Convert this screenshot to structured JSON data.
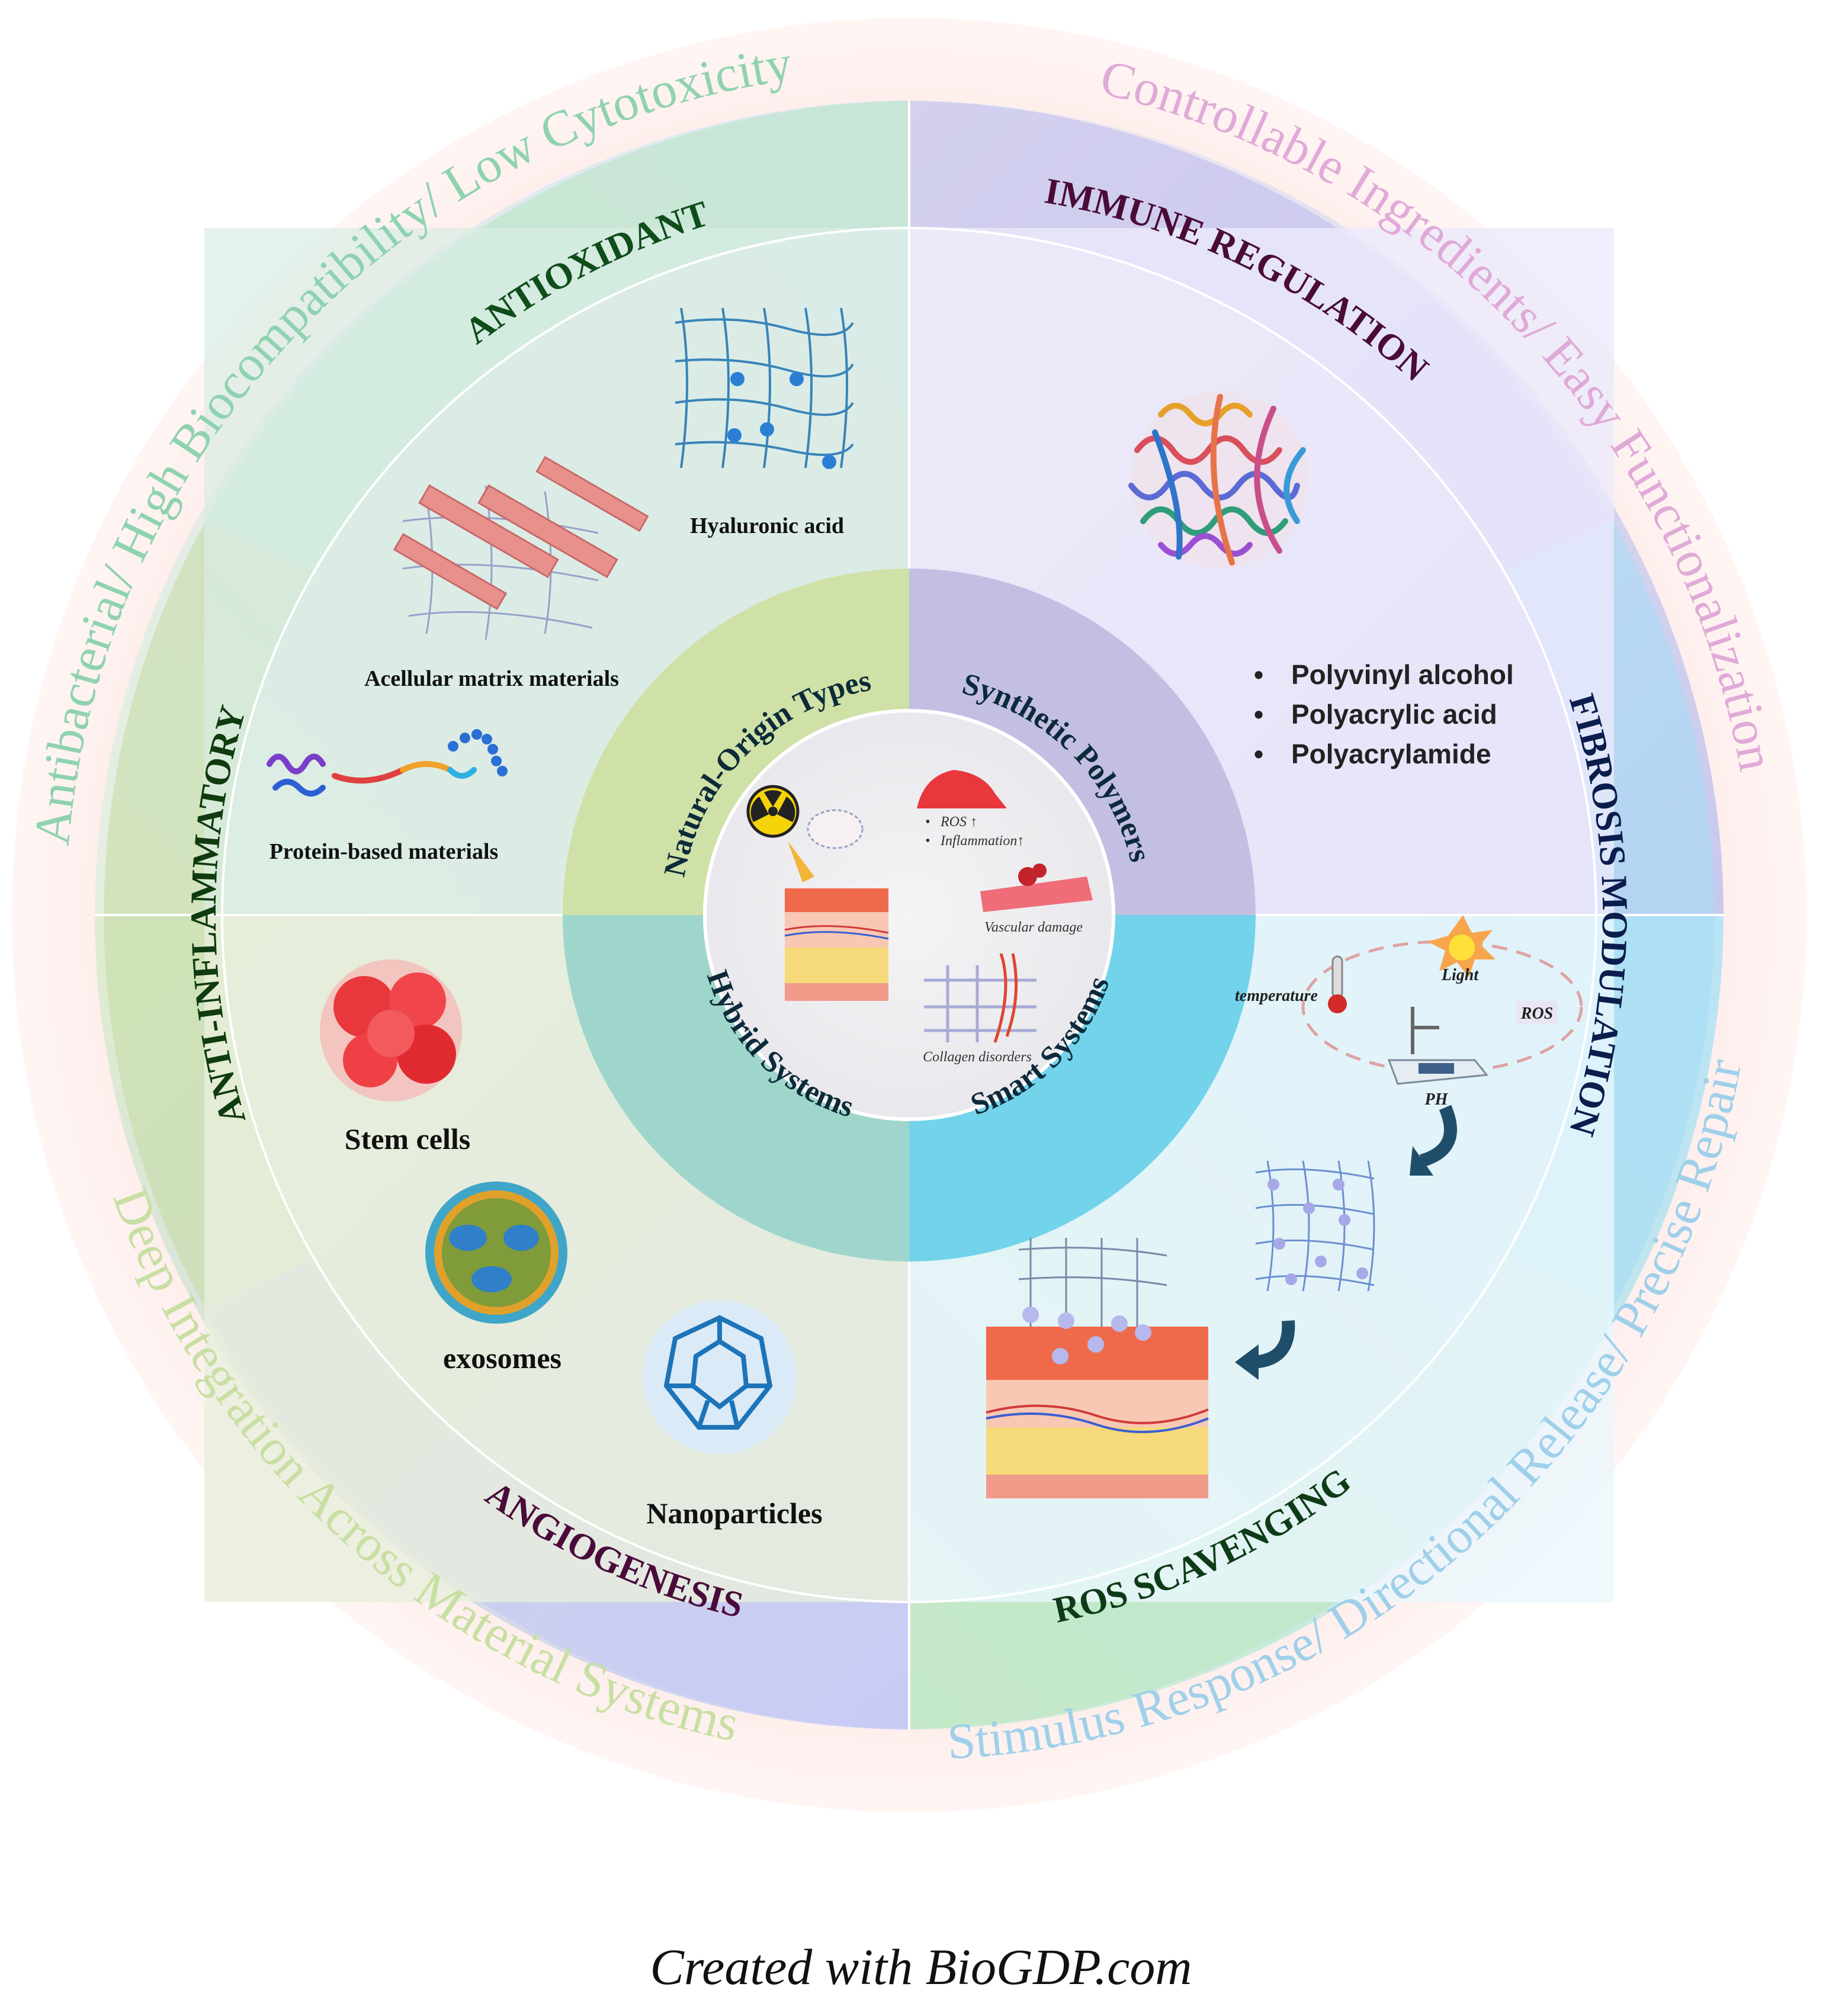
{
  "outer_ring": {
    "top_left": "Antibacterial/ High Biocompatibility/ Low Cytotoxicity",
    "top_right": "Controllable Ingredients/ Easy Functionalization",
    "bottom_left": "Deep Integration Across Material Systems",
    "bottom_right": "Stimulus Response/ Directional Release/ Precise Repair"
  },
  "functions": {
    "antioxidant": "ANTIOXIDANT",
    "immune_regulation": "IMMUNE REGULATION",
    "fibrosis_modulation": "FIBROSIS MODULATION",
    "ros_scavenging": "ROS SCAVENGING",
    "angiogenesis": "ANGIOGENESIS",
    "anti_inflammatory": "ANTI-INFLAMMATORY"
  },
  "categories": {
    "natural": "Natural-Origin Types",
    "synthetic": "Synthetic Polymers",
    "hybrid": "Hybrid Systems",
    "smart": "Smart Systems"
  },
  "natural_items": {
    "hyaluronic": "Hyaluronic acid",
    "acellular": "Acellular matrix materials",
    "protein": "Protein-based materials"
  },
  "synthetic_items": [
    "Polyvinyl alcohol",
    "Polyacrylic acid",
    "Polyacrylamide"
  ],
  "hybrid_items": {
    "stem": "Stem cells",
    "exosomes": "exosomes",
    "nano": "Nanoparticles"
  },
  "smart_items": {
    "temperature": "temperature",
    "light": "Light",
    "ros": "ROS",
    "ph": "PH"
  },
  "center": {
    "bullet1": "ROS ↑",
    "bullet2": "Inflammation↑",
    "vascular": "Vascular damage",
    "collagen": "Collagen disorders"
  },
  "credit": "Created with BioGDP.com",
  "colors": {
    "natural": "#cfe1a6",
    "synthetic": "#c3bfe3",
    "hybrid": "#9fd6cc",
    "smart": "#72d3ea",
    "outer_top_left": "#8fd2b0",
    "outer_top_right": "#e0aad8",
    "outer_bottom_left": "#c5deA0",
    "outer_bottom_right": "#9fd0ea"
  }
}
